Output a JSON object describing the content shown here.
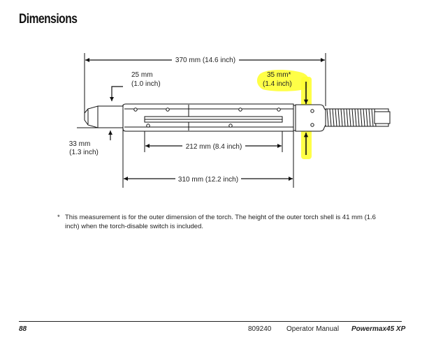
{
  "page": {
    "heading": "Dimensions",
    "footnote_mark": "*",
    "footnote_text": "This measurement is for the outer dimension of the torch. The height of the outer torch shell is 41 mm (1.6 inch) when the torch-disable switch is included."
  },
  "diagram": {
    "overall_length": {
      "mm": "370 mm (14.6 inch)"
    },
    "nozzle_diameter": {
      "mm": "25 mm",
      "inch": "(1.0 inch)"
    },
    "handle_height": {
      "mm": "35 mm*",
      "inch": "(1.4 inch)",
      "highlight_color": "#ffff33"
    },
    "tip_height": {
      "mm": "33 mm",
      "inch": "(1.3 inch)"
    },
    "switch_length": {
      "mm": "212 mm (8.4 inch)"
    },
    "body_length": {
      "mm": "310 mm (12.2 inch)"
    }
  },
  "footer": {
    "page_number": "88",
    "document_number": "809240",
    "manual_name": "Operator Manual",
    "product_name": "Powermax45 XP"
  }
}
